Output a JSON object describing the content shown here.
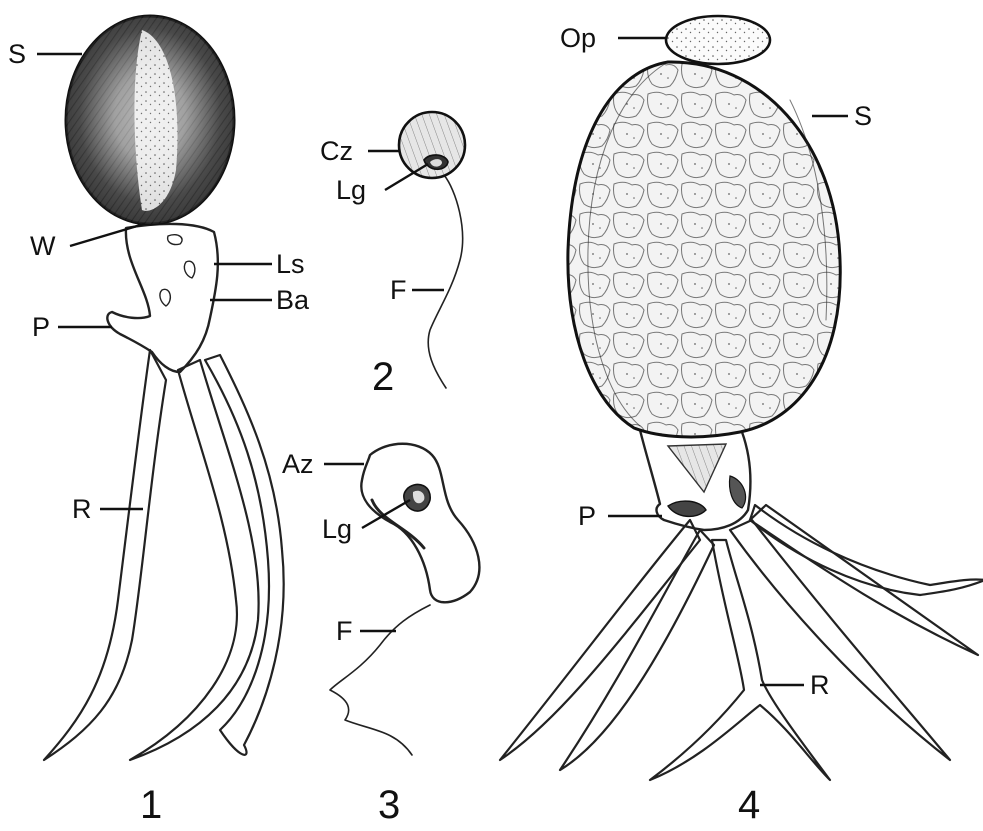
{
  "figure": {
    "panels": [
      {
        "number": "1",
        "labels": [
          "S",
          "W",
          "Ls",
          "Ba",
          "P",
          "R"
        ]
      },
      {
        "number": "2",
        "labels": [
          "Cz",
          "Lg",
          "F"
        ]
      },
      {
        "number": "3",
        "labels": [
          "Az",
          "Lg",
          "F"
        ]
      },
      {
        "number": "4",
        "labels": [
          "Op",
          "S",
          "P",
          "R"
        ]
      }
    ]
  },
  "colors": {
    "ink": "#222222",
    "paper": "#ffffff",
    "dark_fill": "#3a3a3a",
    "light_fill": "#f2f2f2"
  }
}
